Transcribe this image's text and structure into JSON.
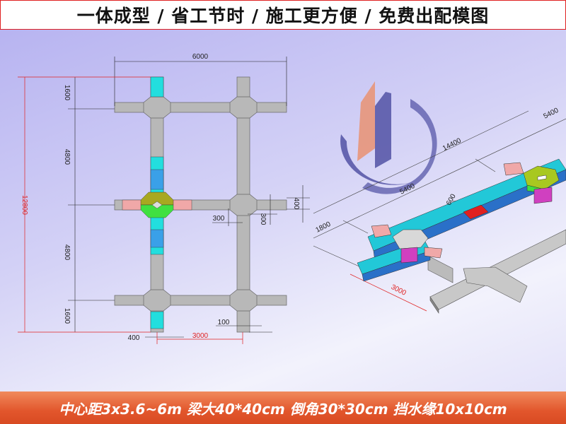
{
  "header": {
    "title": "一体成型 / 省工节时 / 施工更方便 / 免费出配模图"
  },
  "footer": {
    "spec": "中心距3x3.6~6m 梁大40*40cm 倒角30*30cm 挡水缘10x10cm"
  },
  "plan_view": {
    "dims": {
      "total_width": "6000",
      "total_height": "12800",
      "top_end": "1600",
      "upper_span": "4800",
      "lower_span": "4800",
      "bottom_end": "1600",
      "chamfer_h": "300",
      "chamfer_v": "300",
      "beam_height": "400",
      "curb": "100",
      "beam_width": "400",
      "half_span": "3000"
    }
  },
  "iso_view": {
    "dims": {
      "overall": "14400",
      "span_a": "5400",
      "span_b": "5400",
      "end": "1800",
      "segment": "600",
      "width": "3000"
    }
  },
  "colors": {
    "accent": "#e02020",
    "footer": "#e2562c",
    "logo_orange": "#e8967a",
    "logo_blue": "#5a5aaa"
  }
}
